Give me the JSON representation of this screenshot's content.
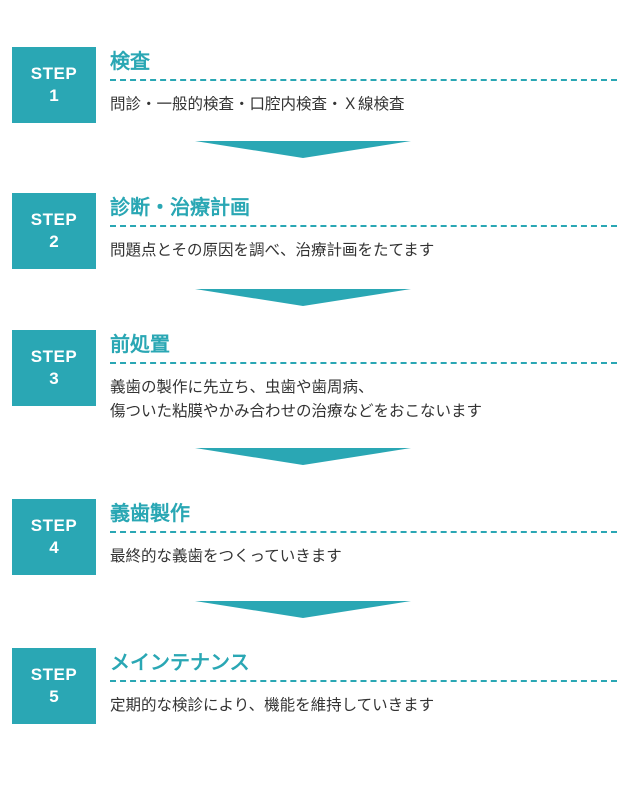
{
  "colors": {
    "accent": "#2aa7b4",
    "text": "#333333"
  },
  "steps": [
    {
      "label": "STEP",
      "number": "1",
      "title": "検査",
      "description": "問診・一般的検査・口腔内検査・Ｘ線検査"
    },
    {
      "label": "STEP",
      "number": "2",
      "title": "診断・治療計画",
      "description": "問題点とその原因を調べ、治療計画をたてます"
    },
    {
      "label": "STEP",
      "number": "3",
      "title": "前処置",
      "description": "義歯の製作に先立ち、虫歯や歯周病、\n傷ついた粘膜やかみ合わせの治療などをおこないます"
    },
    {
      "label": "STEP",
      "number": "4",
      "title": "義歯製作",
      "description": "最終的な義歯をつくっていきます"
    },
    {
      "label": "STEP",
      "number": "5",
      "title": "メインテナンス",
      "description": "定期的な検診により、機能を維持していきます"
    }
  ]
}
